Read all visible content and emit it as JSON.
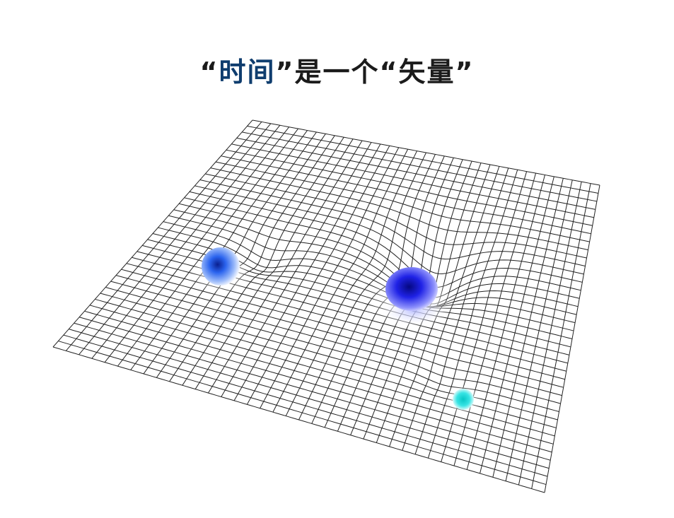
{
  "title": {
    "open_quote_1": "“",
    "highlight": "时间",
    "close_quote_1": "”",
    "middle": "是一个",
    "open_quote_2": "“",
    "tail": "矢量",
    "close_quote_2": "”"
  },
  "colors": {
    "title_text": "#1b1b1b",
    "title_highlight": "#0f3d6e",
    "grid_line": "#222222",
    "sphere_small_blue": "#2f6ff0",
    "sphere_large_blue": "#1f22e6",
    "sphere_cyan": "#19d8d8"
  },
  "diagram": {
    "kind": "spacetime-curvature-grid",
    "grid_cells": 38,
    "masses": [
      {
        "name": "medium-blue-sphere",
        "relative_mass": 0.6
      },
      {
        "name": "large-blue-sphere",
        "relative_mass": 1.0
      },
      {
        "name": "small-cyan-sphere",
        "relative_mass": 0.3
      }
    ]
  }
}
